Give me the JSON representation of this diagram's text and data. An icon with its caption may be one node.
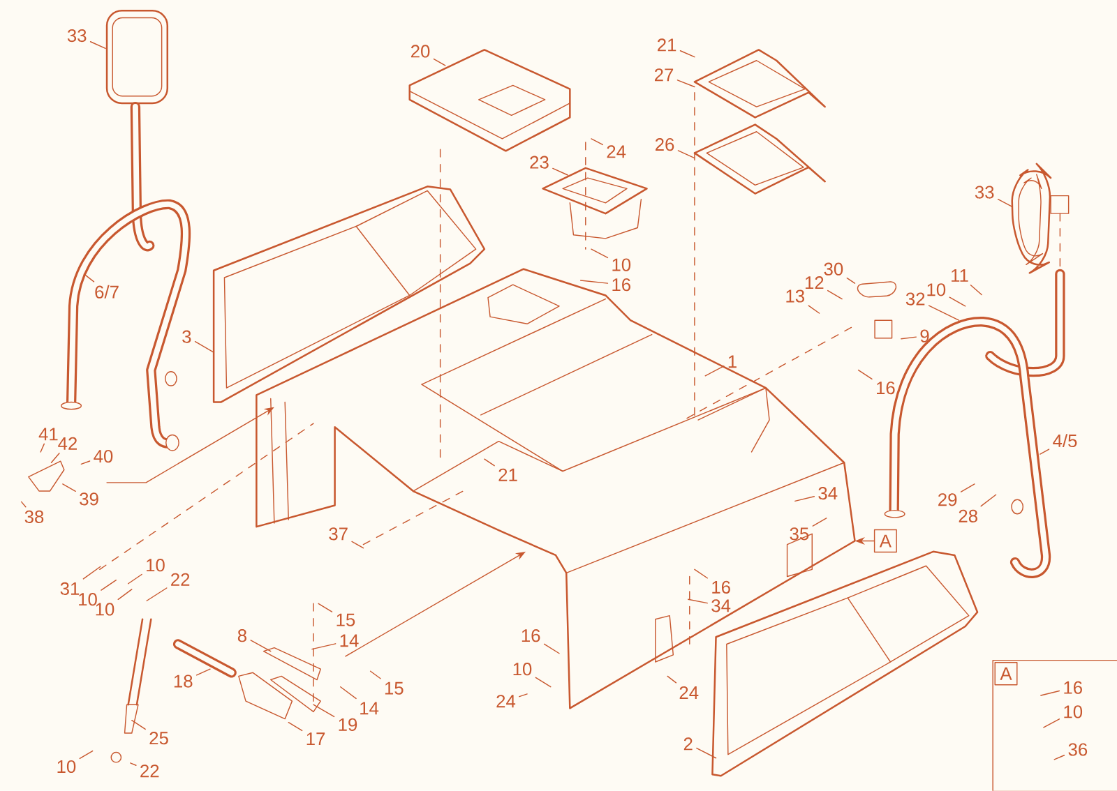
{
  "diagram": {
    "nodes": [
      {
        "text": [
          "33"
        ]
      },
      {
        "text": [
          "20"
        ]
      },
      {
        "text": [
          "21"
        ]
      },
      {
        "text": [
          "27"
        ]
      },
      {
        "text": [
          "24"
        ]
      },
      {
        "text": [
          "26"
        ]
      },
      {
        "text": [
          "23"
        ]
      },
      {
        "text": [
          "33"
        ]
      },
      {
        "text": [
          "10"
        ]
      },
      {
        "text": [
          "16"
        ]
      },
      {
        "text": [
          "30"
        ]
      },
      {
        "text": [
          "11"
        ]
      },
      {
        "text": [
          "12"
        ]
      },
      {
        "text": [
          "6/7"
        ]
      },
      {
        "text": [
          "10"
        ]
      },
      {
        "text": [
          "13"
        ]
      },
      {
        "text": [
          "32"
        ]
      },
      {
        "text": [
          "9"
        ]
      },
      {
        "text": [
          "3"
        ]
      },
      {
        "text": [
          "1"
        ]
      },
      {
        "text": [
          "16"
        ]
      },
      {
        "text": [
          "41"
        ]
      },
      {
        "text": [
          "4/5"
        ]
      },
      {
        "text": [
          "42"
        ]
      },
      {
        "text": [
          "40"
        ]
      },
      {
        "text": [
          "21"
        ]
      },
      {
        "text": [
          "34"
        ]
      },
      {
        "text": [
          "39"
        ]
      },
      {
        "text": [
          "29"
        ]
      },
      {
        "text": [
          "38"
        ]
      },
      {
        "text": [
          "28"
        ]
      },
      {
        "text": [
          "35"
        ]
      },
      {
        "text": [
          "37"
        ]
      },
      {
        "text": [
          "A"
        ]
      },
      {
        "text": [
          "10"
        ]
      },
      {
        "text": [
          "22"
        ]
      },
      {
        "text": [
          "31"
        ]
      },
      {
        "text": [
          "16"
        ]
      },
      {
        "text": [
          "10"
        ]
      },
      {
        "text": [
          "34"
        ]
      },
      {
        "text": [
          "10"
        ]
      },
      {
        "text": [
          "15"
        ]
      },
      {
        "text": [
          "8"
        ]
      },
      {
        "text": [
          "16"
        ]
      },
      {
        "text": [
          "14"
        ]
      },
      {
        "text": [
          "10"
        ]
      },
      {
        "text": [
          "18"
        ]
      },
      {
        "text": [
          "15"
        ]
      },
      {
        "text": [
          "24"
        ]
      },
      {
        "text": [
          "24"
        ]
      },
      {
        "text": [
          "14"
        ]
      },
      {
        "text": [
          "19"
        ]
      },
      {
        "text": [
          "17"
        ]
      },
      {
        "text": [
          "25"
        ]
      },
      {
        "text": [
          "2"
        ]
      },
      {
        "text": [
          "10"
        ]
      },
      {
        "text": [
          "22"
        ]
      },
      {
        "text": [
          "A"
        ]
      },
      {
        "text": [
          "16"
        ],
        "in": 57
      },
      {
        "text": [
          "10"
        ],
        "in": 57
      },
      {
        "text": [
          "36"
        ],
        "in": 57
      }
    ],
    "edges": [
      {
        "from": 0,
        "to": null,
        "arrow": "none"
      },
      {
        "from": 1,
        "to": null,
        "arrow": "none"
      },
      {
        "from": 2,
        "to": null,
        "arrow": "none"
      },
      {
        "from": 3,
        "to": null,
        "arrow": "none"
      },
      {
        "from": 4,
        "to": null,
        "arrow": "none"
      },
      {
        "from": 5,
        "to": null,
        "arrow": "none"
      },
      {
        "from": 6,
        "to": null,
        "arrow": "none"
      },
      {
        "from": 7,
        "to": null,
        "arrow": "none"
      },
      {
        "from": 8,
        "to": null,
        "arrow": "none"
      },
      {
        "from": 9,
        "to": null,
        "arrow": "none"
      },
      {
        "from": 10,
        "to": null,
        "arrow": "none"
      },
      {
        "from": 11,
        "to": null,
        "arrow": "none"
      },
      {
        "from": 12,
        "to": null,
        "arrow": "none"
      },
      {
        "from": 13,
        "to": null,
        "arrow": "none"
      },
      {
        "from": 14,
        "to": null,
        "arrow": "none"
      },
      {
        "from": 15,
        "to": null,
        "arrow": "none"
      },
      {
        "from": 16,
        "to": null,
        "arrow": "none"
      },
      {
        "from": 17,
        "to": null,
        "arrow": "none"
      },
      {
        "from": 18,
        "to": null,
        "arrow": "none"
      },
      {
        "from": 19,
        "to": null,
        "arrow": "none"
      },
      {
        "from": 20,
        "to": null,
        "arrow": "none"
      },
      {
        "from": 21,
        "to": null,
        "arrow": "none"
      },
      {
        "from": 22,
        "to": null,
        "arrow": "none"
      },
      {
        "from": 23,
        "to": null,
        "arrow": "none"
      },
      {
        "from": 24,
        "to": null,
        "arrow": "none"
      },
      {
        "from": 25,
        "to": null,
        "arrow": "none"
      },
      {
        "from": 26,
        "to": null,
        "arrow": "none"
      },
      {
        "from": 27,
        "to": null,
        "arrow": "none"
      },
      {
        "from": 28,
        "to": null,
        "arrow": "none"
      },
      {
        "from": 29,
        "to": null,
        "arrow": "none"
      },
      {
        "from": 30,
        "to": null,
        "arrow": "none"
      },
      {
        "from": 31,
        "to": null,
        "arrow": "none"
      },
      {
        "from": 32,
        "to": null,
        "arrow": "none"
      },
      {
        "from": 33,
        "to": null,
        "arrow": "to"
      },
      {
        "from": 34,
        "to": null,
        "arrow": "none"
      },
      {
        "from": 35,
        "to": null,
        "arrow": "none"
      },
      {
        "from": 36,
        "to": null,
        "arrow": "none"
      },
      {
        "from": 37,
        "to": null,
        "arrow": "none"
      },
      {
        "from": 38,
        "to": null,
        "arrow": "none"
      },
      {
        "from": 39,
        "to": null,
        "arrow": "none"
      },
      {
        "from": 40,
        "to": null,
        "arrow": "none"
      },
      {
        "from": 41,
        "to": null,
        "arrow": "none"
      },
      {
        "from": 42,
        "to": null,
        "arrow": "none"
      },
      {
        "from": 43,
        "to": null,
        "arrow": "none"
      },
      {
        "from": 44,
        "to": null,
        "arrow": "none"
      },
      {
        "from": 45,
        "to": null,
        "arrow": "none"
      },
      {
        "from": 46,
        "to": null,
        "arrow": "none"
      },
      {
        "from": 47,
        "to": null,
        "arrow": "none"
      },
      {
        "from": 48,
        "to": null,
        "arrow": "none"
      },
      {
        "from": 49,
        "to": null,
        "arrow": "none"
      },
      {
        "from": 50,
        "to": null,
        "arrow": "none"
      },
      {
        "from": 51,
        "to": null,
        "arrow": "none"
      },
      {
        "from": 52,
        "to": null,
        "arrow": "none"
      },
      {
        "from": 53,
        "to": null,
        "arrow": "none"
      },
      {
        "from": 54,
        "to": null,
        "arrow": "none"
      },
      {
        "from": 55,
        "to": null,
        "arrow": "none"
      },
      {
        "from": 56,
        "to": null,
        "arrow": "none"
      },
      {
        "from": 58,
        "to": null,
        "arrow": "none"
      },
      {
        "from": 59,
        "to": null,
        "arrow": "none"
      },
      {
        "from": 60,
        "to": null,
        "arrow": "none"
      }
    ]
  }
}
